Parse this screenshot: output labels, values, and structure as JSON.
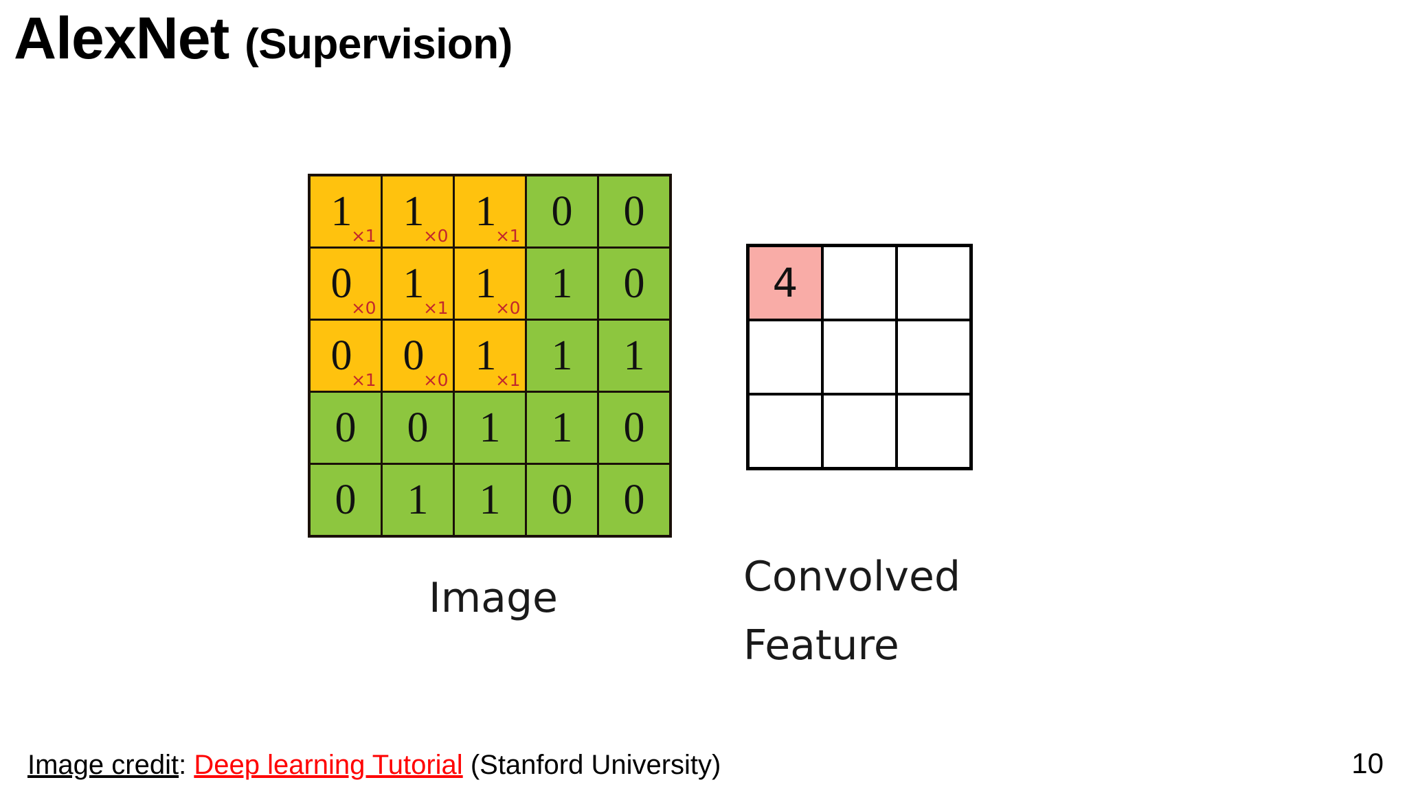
{
  "slide": {
    "title_main": "AlexNet",
    "title_sub": "(Supervision)",
    "page_number": "10"
  },
  "image_grid": {
    "label": "Image",
    "rows": 5,
    "cols": 5,
    "colors": {
      "highlight": "#FFC20E",
      "normal": "#8DC63F",
      "border": "#1a1008",
      "multiplier": "#C1272D"
    },
    "values": [
      [
        "1",
        "1",
        "1",
        "0",
        "0"
      ],
      [
        "0",
        "1",
        "1",
        "1",
        "0"
      ],
      [
        "0",
        "0",
        "1",
        "1",
        "1"
      ],
      [
        "0",
        "0",
        "1",
        "1",
        "0"
      ],
      [
        "0",
        "1",
        "1",
        "0",
        "0"
      ]
    ],
    "kernel_overlay": [
      [
        "×1",
        "×0",
        "×1"
      ],
      [
        "×0",
        "×1",
        "×0"
      ],
      [
        "×1",
        "×0",
        "×1"
      ]
    ],
    "highlight_rows": 3,
    "highlight_cols": 3
  },
  "convolved_feature": {
    "label_line1": "Convolved",
    "label_line2": "Feature",
    "rows": 3,
    "cols": 3,
    "colors": {
      "filled": "#F9ACA7",
      "empty": "#FFFFFF",
      "border": "#000000"
    },
    "values": [
      [
        "4",
        "",
        ""
      ],
      [
        "",
        "",
        ""
      ],
      [
        "",
        "",
        ""
      ]
    ]
  },
  "footer": {
    "credit_label": "Image credit",
    "credit_separator": ": ",
    "credit_link": "Deep learning Tutorial",
    "credit_suffix": " (Stanford University)",
    "link_color": "#FF0000"
  }
}
